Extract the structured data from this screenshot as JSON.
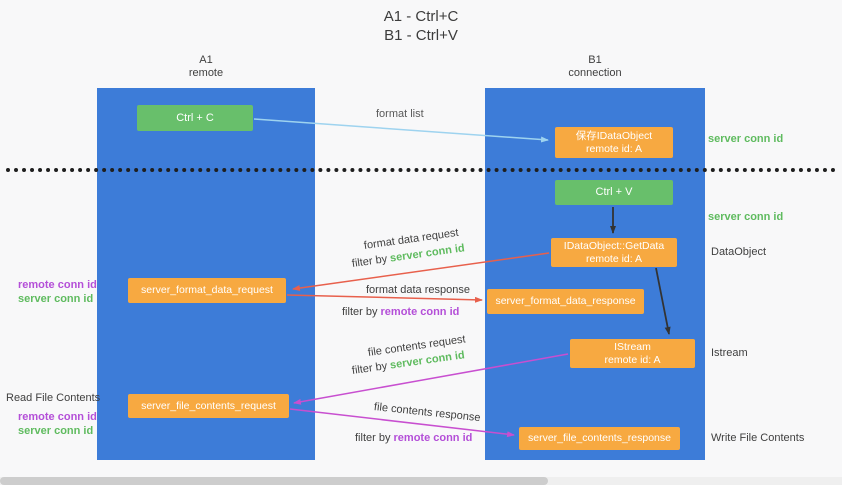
{
  "title": {
    "line1": "A1 - Ctrl+C",
    "line2": "B1 - Ctrl+V"
  },
  "columns": {
    "left": {
      "name": "A1",
      "subtitle": "remote"
    },
    "right": {
      "name": "B1",
      "subtitle": "connection"
    }
  },
  "nodes": {
    "ctrl_c": "Ctrl + C",
    "ctrl_v": "Ctrl + V",
    "save_dataobject": {
      "line1": "保存IDataObject",
      "line2": "remote id: A"
    },
    "getdata": {
      "line1": "IDataObject::GetData",
      "line2": "remote id: A"
    },
    "istream": {
      "line1": "IStream",
      "line2": "remote id: A"
    },
    "format_request": "server_format_data_request",
    "format_response": "server_format_data_response",
    "file_request": "server_file_contents_request",
    "file_response": "server_file_contents_response"
  },
  "arrow_labels": {
    "format_list": "format list",
    "format_data_request": "format data request",
    "format_data_response": "format data response",
    "file_contents_request": "file contents request",
    "file_contents_response": "file contents response",
    "filter_prefix": "filter by ",
    "server_conn_id": "server conn id",
    "remote_conn_id": "remote conn id"
  },
  "side_labels": {
    "server_conn_id_top": "server conn id",
    "server_conn_id_mid": "server conn id",
    "dataobject": "DataObject",
    "istream": "Istream",
    "write_file_contents": "Write File Contents",
    "read_file_contents": "Read File Contents",
    "remote_conn_id": "remote conn id",
    "server_conn_id": "server conn id"
  },
  "colors": {
    "blue": "#3d7cd8",
    "orange": "#f7a941",
    "green": "#68bf6b",
    "green_text": "#5fbb5f",
    "purple_text": "#b44fd8",
    "red_arrow": "#e8604c",
    "magenta_arrow": "#c84fd0",
    "lightblue_arrow": "#9ed3ef",
    "dark_text": "#3f3f3f"
  }
}
